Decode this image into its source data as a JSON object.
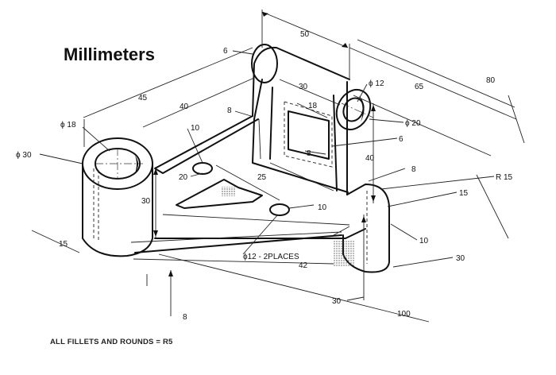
{
  "title": "Millimeters",
  "note": "ALL FILLETS AND ROUNDS = R5",
  "dimensions": {
    "d50": "50",
    "d80": "80",
    "d6_top": "6",
    "d30_top": "30",
    "d65": "65",
    "d45": "45",
    "d40_left": "40",
    "d18": "18",
    "d8_a": "8",
    "phi12": "ϕ 12",
    "phi20": "ϕ 20",
    "phi18": "ϕ 18",
    "d10_a": "10",
    "d6_mid": "6",
    "d8_b": "8",
    "d40_right": "40",
    "phi30": "ϕ 30",
    "d8_c": "8",
    "r15": "R 15",
    "d20": "20",
    "d25": "25",
    "d30_cyl": "30",
    "d15_right": "15",
    "d10_b": "10",
    "d10_c": "10",
    "phi12_2": "ϕ12 - 2PLACES",
    "d42": "42",
    "d15_left": "15",
    "d30_right": "30",
    "d8_bottom": "8",
    "d30_bottom": "30",
    "d100": "100"
  }
}
